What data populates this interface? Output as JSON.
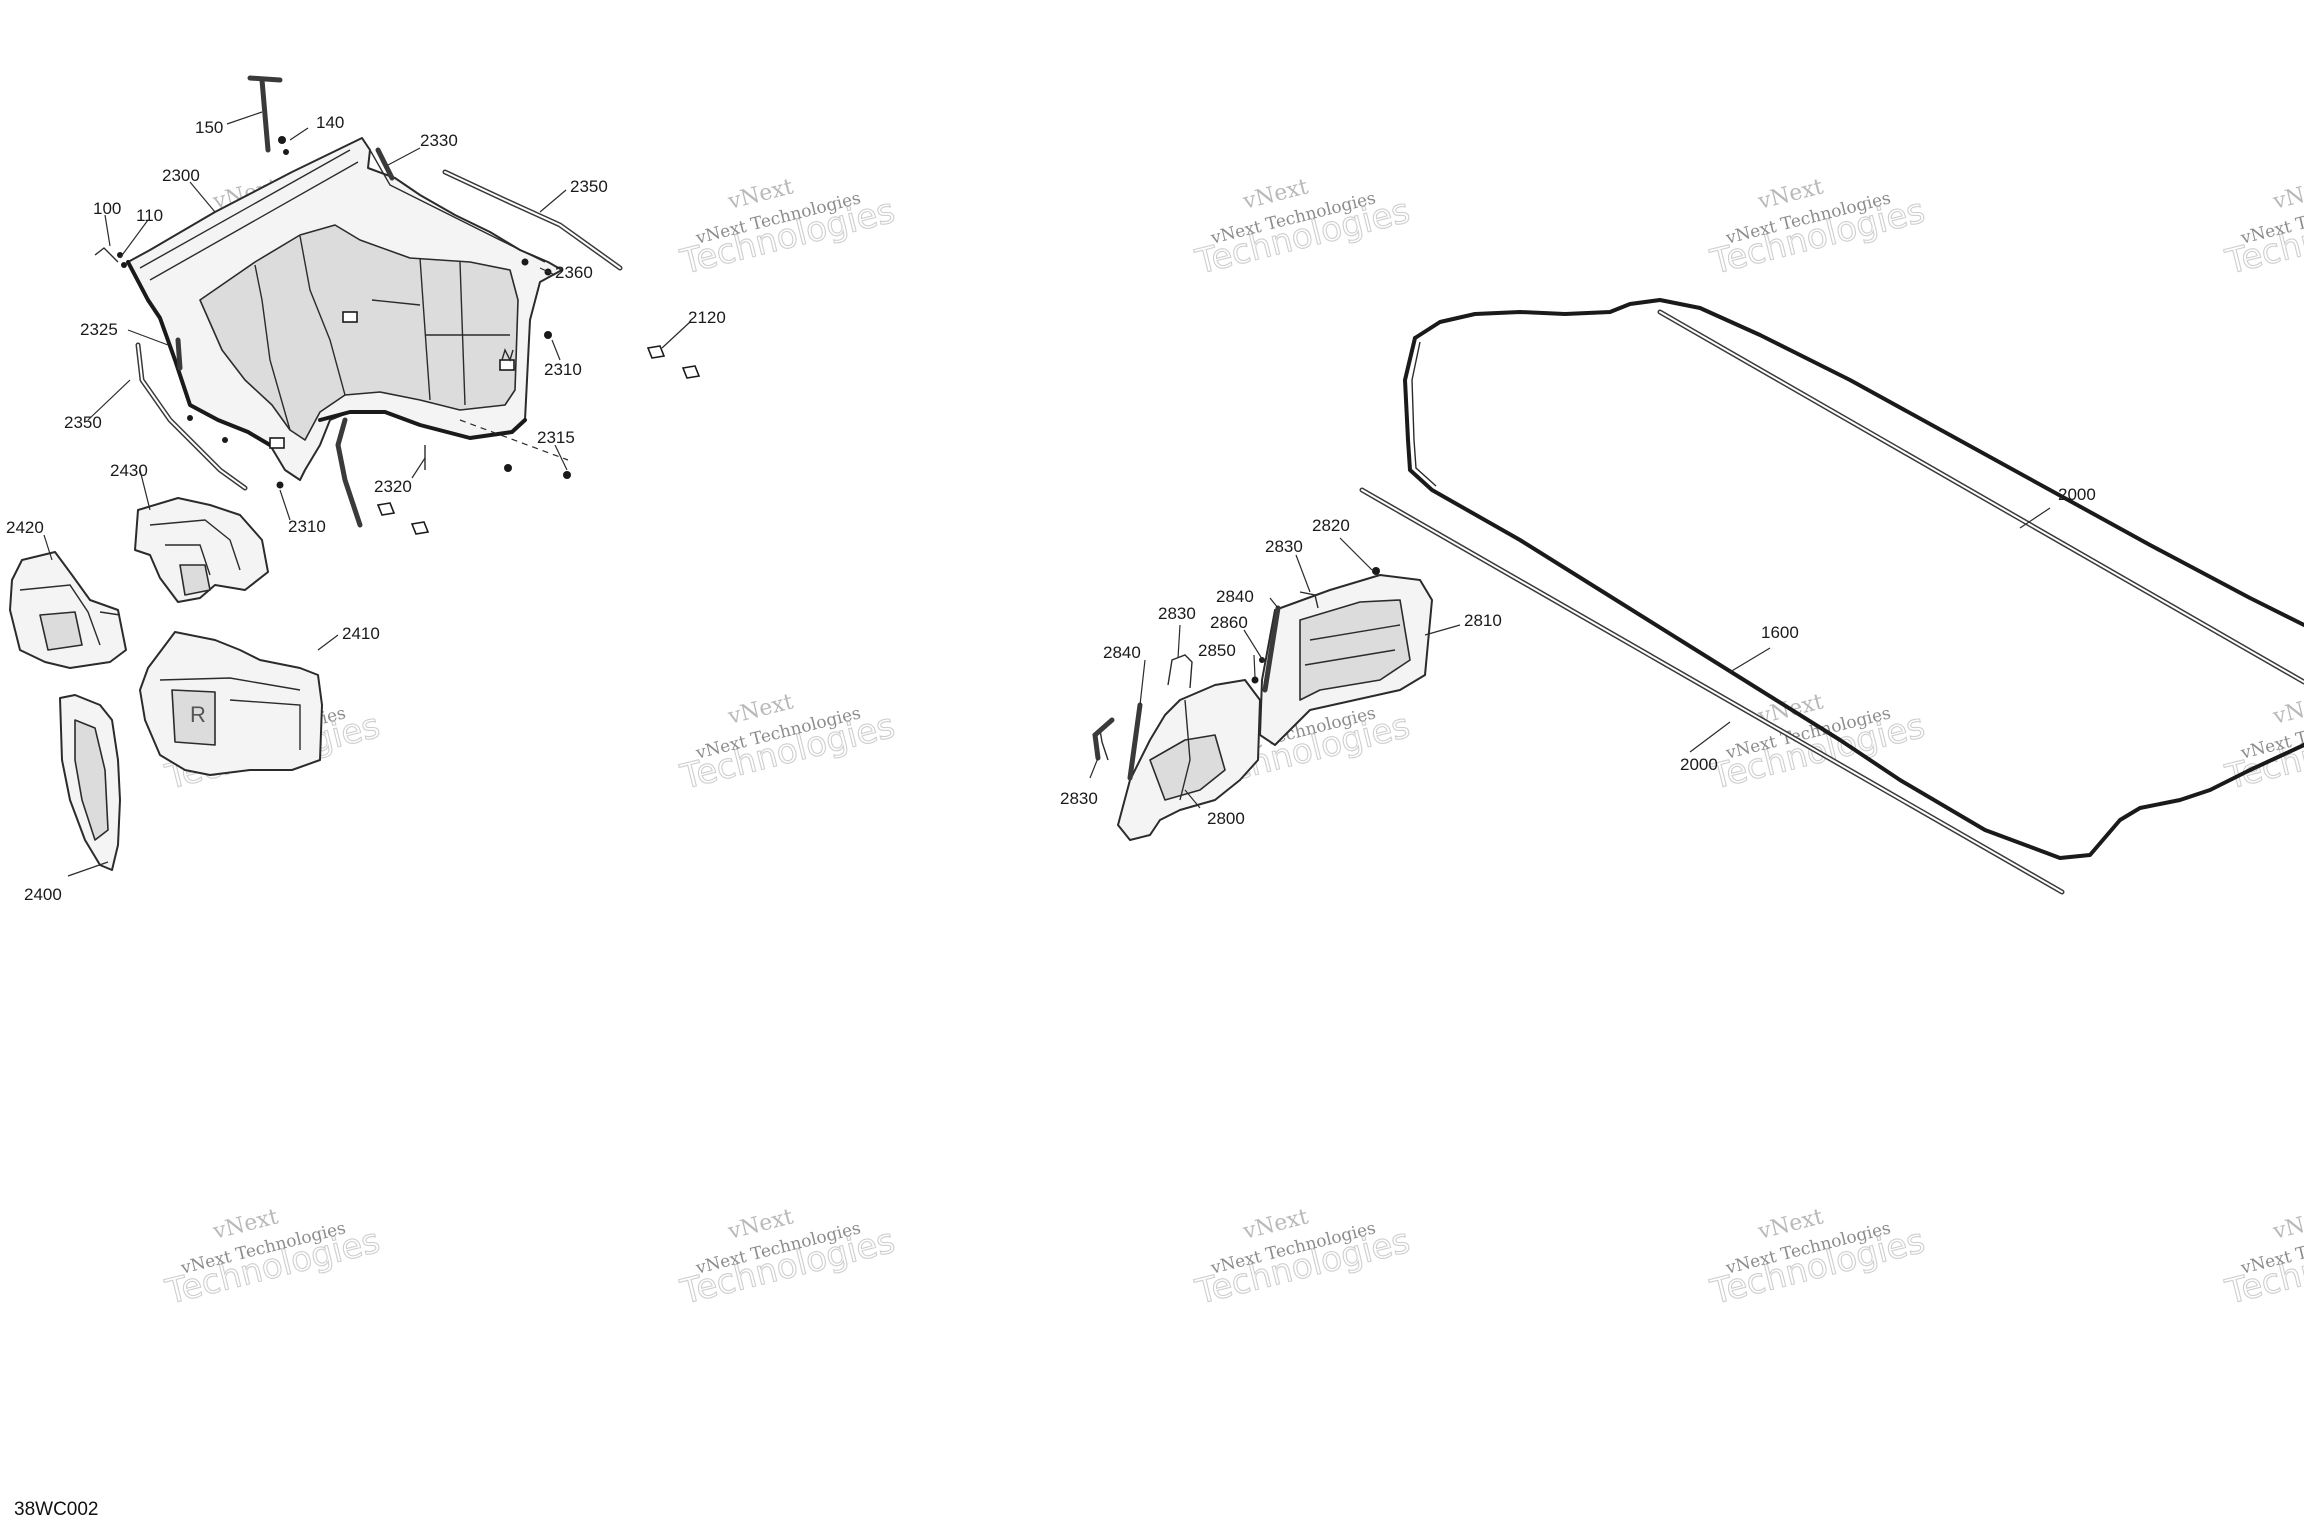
{
  "diagram_code": "38WC002",
  "watermark": {
    "line1": "vNext",
    "line2": "vNext Technologies",
    "line3": "Technologies"
  },
  "callouts": {
    "c150": "150",
    "c140": "140",
    "c2330": "2330",
    "c2300": "2300",
    "c2350_top": "2350",
    "c100": "100",
    "c110": "110",
    "c2360": "2360",
    "c2120": "2120",
    "c2325": "2325",
    "c2310_right": "2310",
    "c2350_left": "2350",
    "c2315": "2315",
    "c2430": "2430",
    "c2320": "2320",
    "c2420": "2420",
    "c2310_bottom": "2310",
    "c2410": "2410",
    "c2400": "2400",
    "c2820": "2820",
    "c2830_a": "2830",
    "c2840_a": "2840",
    "c2830_b": "2830",
    "c2860": "2860",
    "c2810": "2810",
    "c2840_b": "2840",
    "c2850": "2850",
    "c2830_c": "2830",
    "c2800": "2800",
    "c2000_right": "2000",
    "c1600": "1600",
    "c2000_left": "2000"
  },
  "part_marks": {
    "bin_letter": "R"
  }
}
